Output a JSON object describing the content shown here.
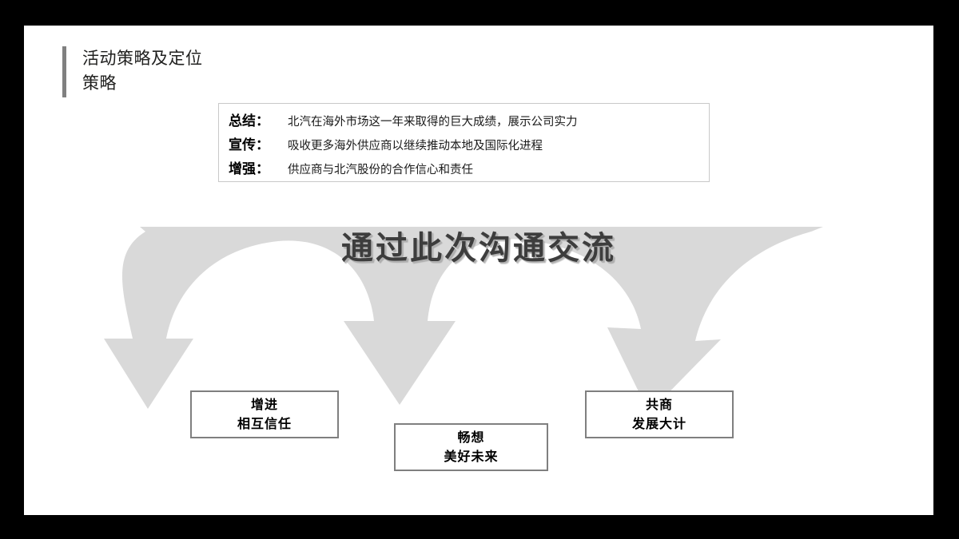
{
  "slide": {
    "title": {
      "line1": "活动策略及定位",
      "line2": "策略"
    },
    "summary": {
      "rows": [
        {
          "label": "总结：",
          "text": "北汽在海外市场这一年来取得的巨大成绩，展示公司实力"
        },
        {
          "label": "宣传：",
          "text": "吸收更多海外供应商以继续推动本地及国际化进程"
        },
        {
          "label": "增强：",
          "text": "供应商与北汽股份的合作信心和责任"
        }
      ]
    },
    "funnel": {
      "caption": "通过此次沟通交流",
      "fill_color": "#d9d9d9",
      "caption_color": "#3d3d3d"
    },
    "outcomes": [
      {
        "line1": "增进",
        "line2": "相互信任"
      },
      {
        "line1": "畅想",
        "line2": "美好未来"
      },
      {
        "line1": "共商",
        "line2": "发展大计"
      }
    ],
    "colors": {
      "accent_bar": "#808080",
      "box_border": "#7f7f7f",
      "summary_border": "#c9c9c9",
      "canvas": "#ffffff",
      "letterbox": "#000000"
    }
  }
}
